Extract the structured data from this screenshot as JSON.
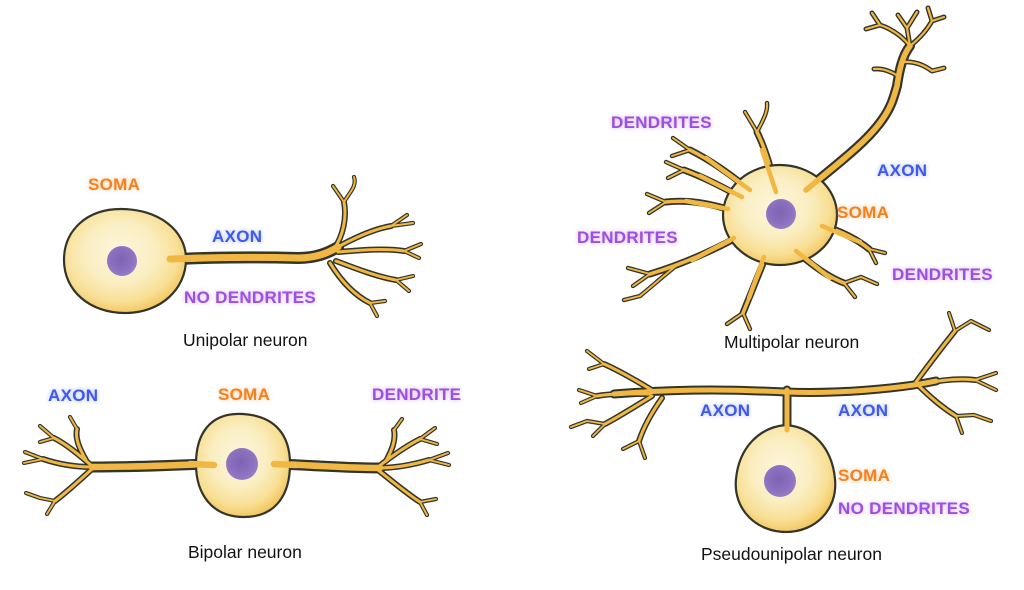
{
  "figure": {
    "description": "Types of neurons diagram",
    "colors": {
      "background": "#ffffff",
      "soma_label": "#f5811e",
      "axon_label": "#3d5be8",
      "dendrite_label": "#9c4fe0",
      "caption_text": "#121212",
      "cell_fill": "#f0b843",
      "cell_interior": "#faefcb",
      "cell_outline": "#33342a",
      "nucleus": "#8c70c0"
    },
    "neurons": [
      {
        "name": "Unipolar neuron",
        "labels": [
          {
            "part": "soma",
            "text": "SOMA"
          },
          {
            "part": "axon",
            "text": "AXON"
          },
          {
            "part": "dendrites",
            "text": "NO DENDRITES"
          }
        ]
      },
      {
        "name": "Bipolar neuron",
        "labels": [
          {
            "part": "axon",
            "text": "AXON"
          },
          {
            "part": "soma",
            "text": "SOMA"
          },
          {
            "part": "dendrites",
            "text": "DENDRITE"
          }
        ]
      },
      {
        "name": "Multipolar neuron",
        "labels": [
          {
            "part": "dendrites",
            "text": "DENDRITES"
          },
          {
            "part": "axon",
            "text": "AXON"
          },
          {
            "part": "soma",
            "text": "SOMA"
          },
          {
            "part": "dendrites",
            "text": "DENDRITES"
          },
          {
            "part": "dendrites",
            "text": "DENDRITES"
          }
        ]
      },
      {
        "name": "Pseudounipolar neuron",
        "labels": [
          {
            "part": "axon",
            "text": "AXON"
          },
          {
            "part": "axon",
            "text": "AXON"
          },
          {
            "part": "soma",
            "text": "SOMA"
          },
          {
            "part": "dendrites",
            "text": "NO DENDRITES"
          }
        ]
      }
    ]
  }
}
